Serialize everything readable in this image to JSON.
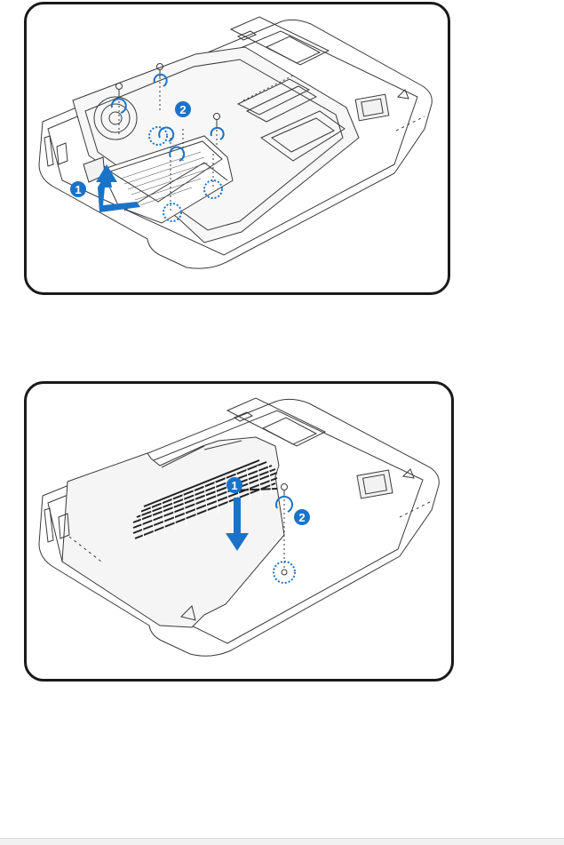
{
  "figures": [
    {
      "name": "remove-hdd-figure",
      "step_markers": [
        "1",
        "2"
      ],
      "arrow_color": "#1a73c8"
    },
    {
      "name": "replace-cover-figure",
      "step_markers": [
        "1",
        "2"
      ],
      "arrow_color": "#1a73c8"
    }
  ],
  "colors": {
    "line": "#3a3a3a",
    "accent": "#1a73c8",
    "panel_border": "#1a1a1a",
    "fill": "#f2f2f2"
  }
}
